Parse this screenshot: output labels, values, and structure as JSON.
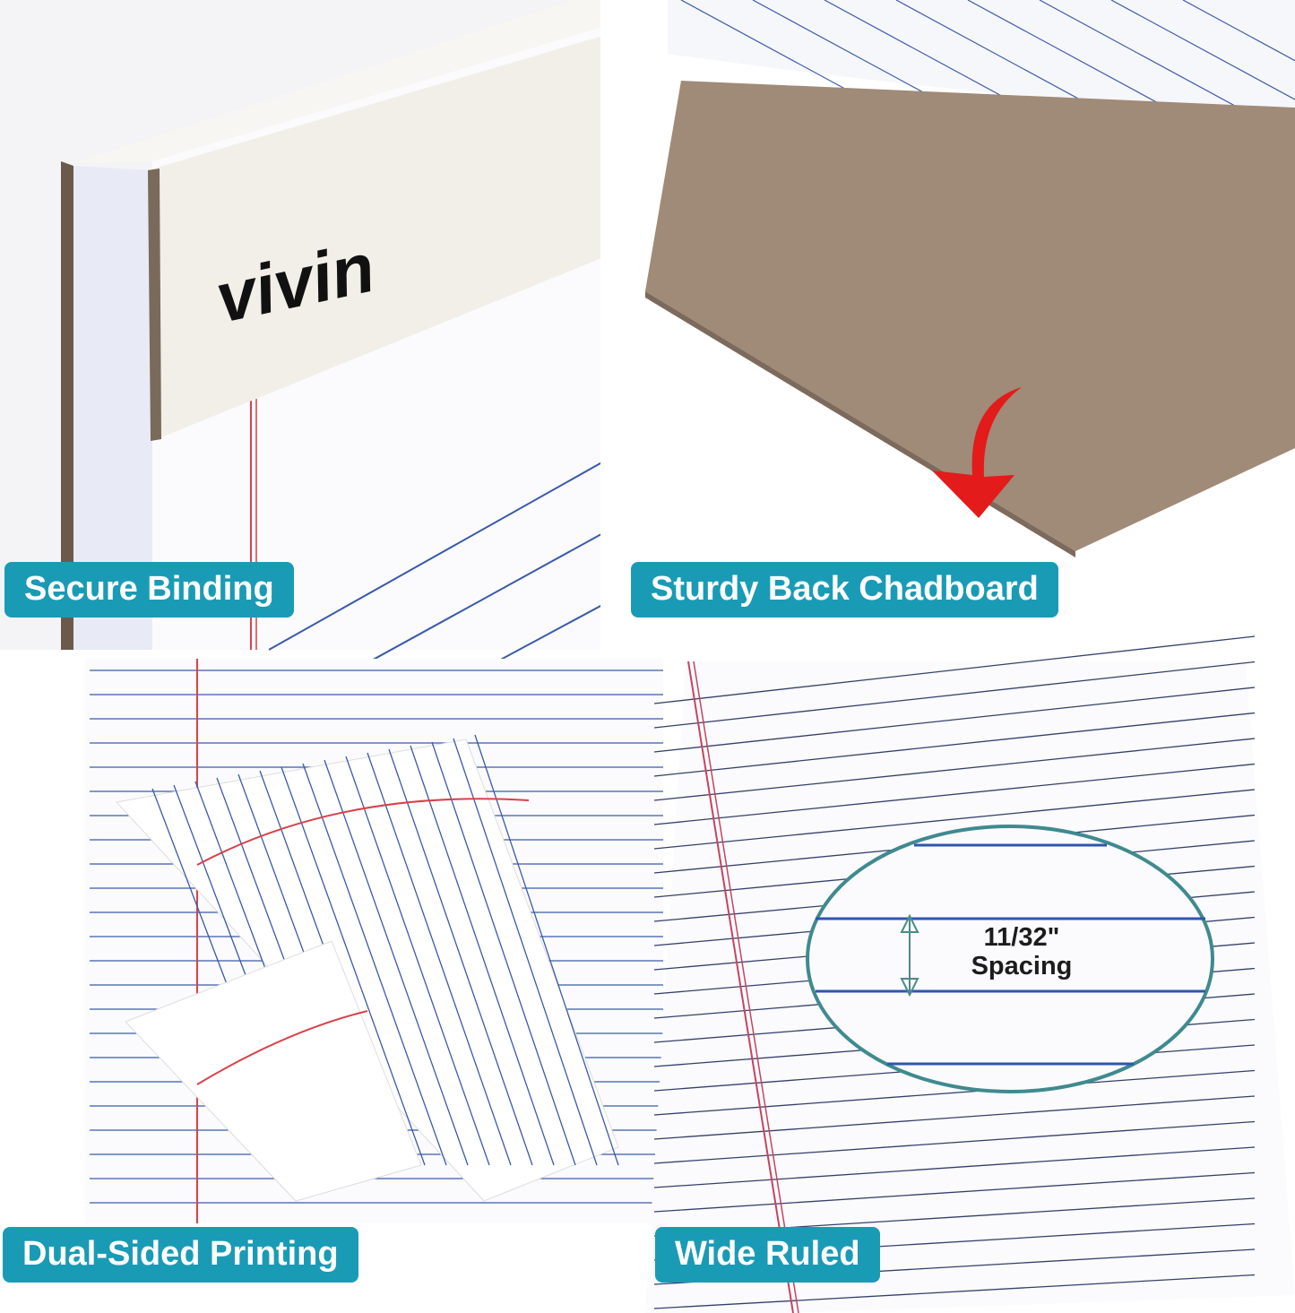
{
  "brand_logo": "vivin",
  "panels": [
    {
      "label": "Secure Binding"
    },
    {
      "label": "Sturdy Back Chadboard"
    },
    {
      "label": "Dual-Sided Printing"
    },
    {
      "label": "Wide Ruled"
    }
  ],
  "callout": {
    "line1": "11/32\"",
    "line2": "Spacing"
  },
  "colors": {
    "label_bg": "#1a9bb5",
    "rule_blue": "#2e4f9e",
    "margin_red": "#d8424a",
    "chipboard": "#a08a78",
    "arrow_red": "#e31b1b",
    "callout_ring": "#3f8a8f"
  }
}
